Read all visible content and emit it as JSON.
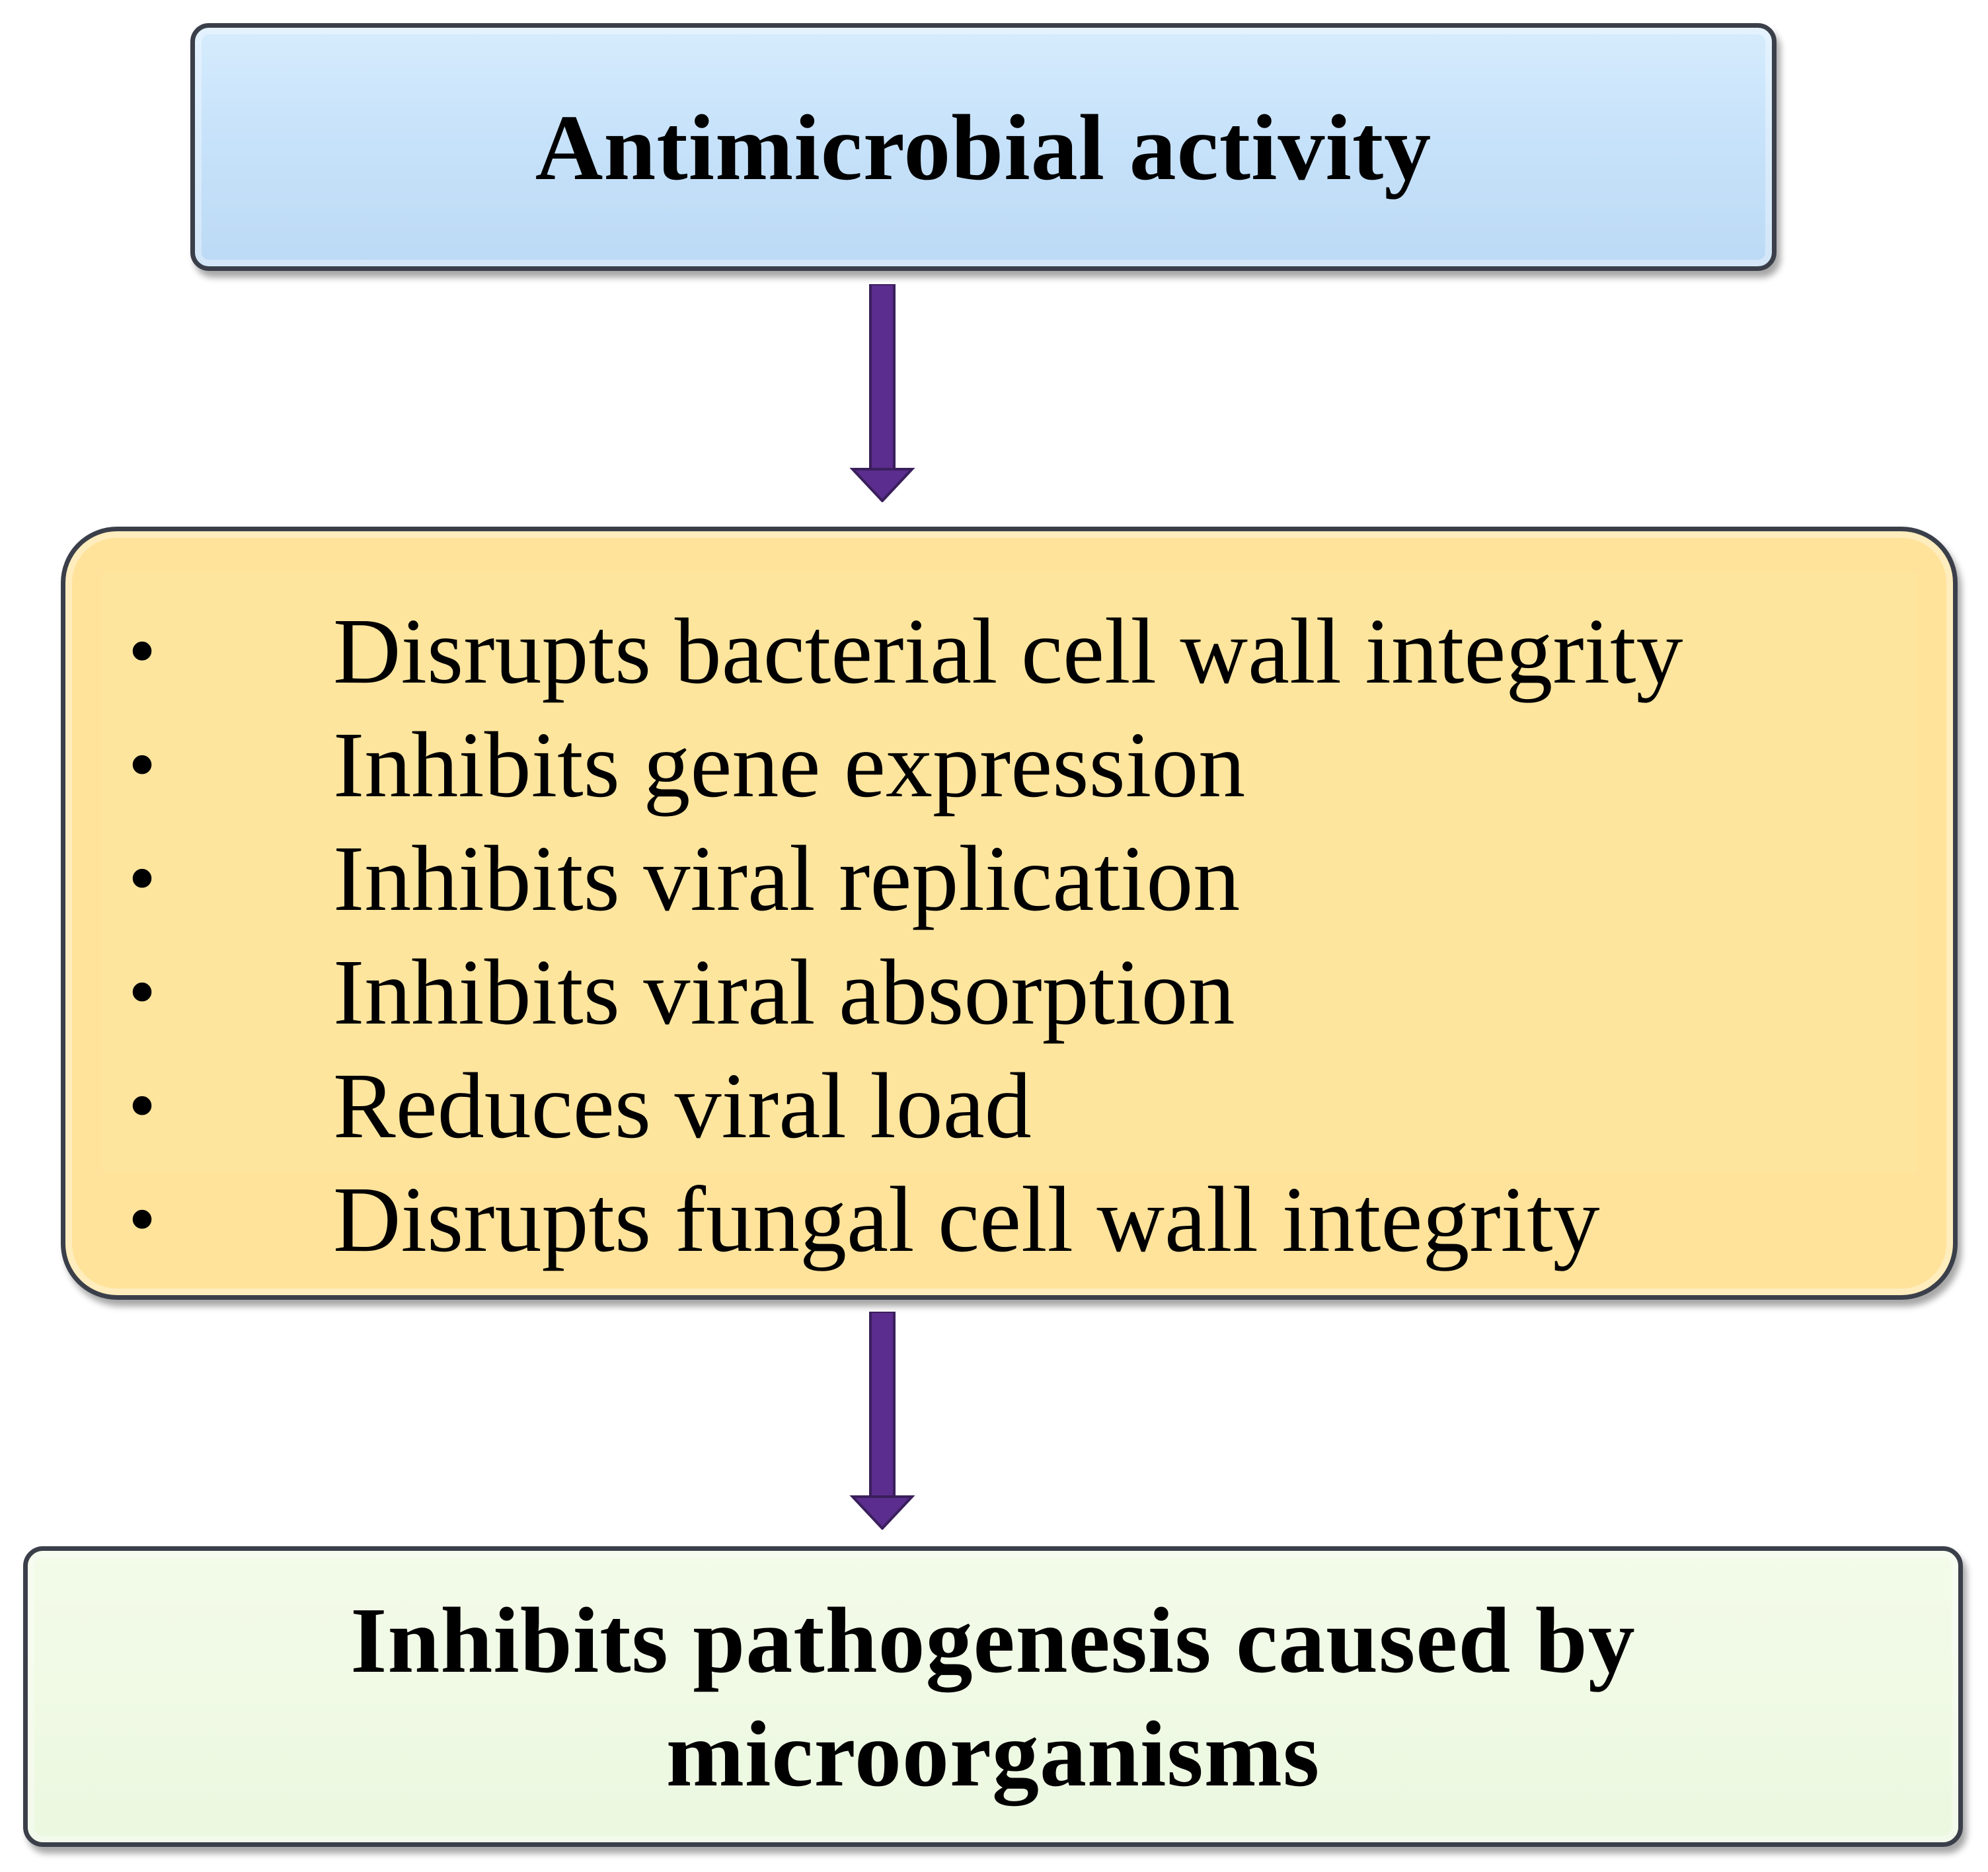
{
  "top_box": {
    "title": "Antimicrobial activity"
  },
  "mechanisms": {
    "bullet": "•",
    "items": [
      "Disrupts bacterial cell wall integrity",
      "Inhibits gene expression",
      "Inhibits viral replication",
      "Inhibits viral absorption",
      "Reduces viral load",
      "Disrupts fungal cell wall integrity"
    ]
  },
  "bottom_box": {
    "line1": "Inhibits pathogenesis caused by",
    "line2": "microorganisms"
  },
  "colors": {
    "top_fill": "#c7e2fa",
    "middle_fill": "#ffe39b",
    "bottom_fill": "#ecf8e0",
    "arrow_fill": "#5b2d8e",
    "border": "#3a3f4a"
  }
}
